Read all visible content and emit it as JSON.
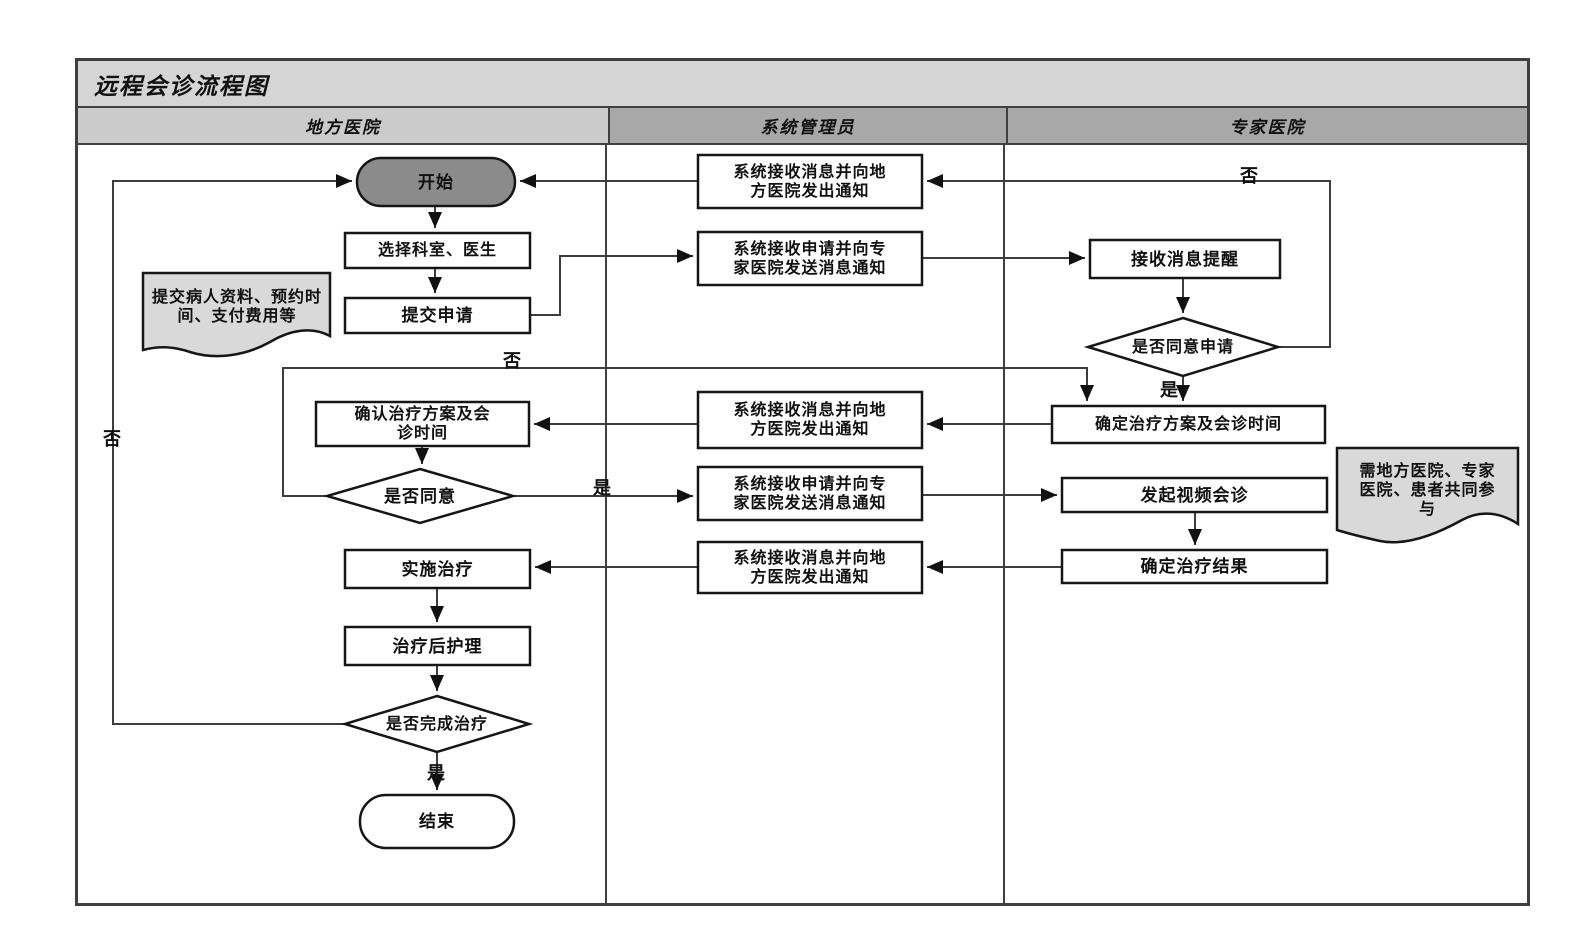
{
  "diagram": {
    "title": "远程会诊流程图",
    "lanes": [
      {
        "id": "local-hospital",
        "label": "地方医院"
      },
      {
        "id": "system-admin",
        "label": "系统管理员"
      },
      {
        "id": "expert-hospital",
        "label": "专家医院"
      }
    ],
    "nodes": {
      "start": {
        "type": "terminator",
        "lane": "地方医院",
        "label": "开始"
      },
      "select_dept": {
        "type": "process",
        "lane": "地方医院",
        "label": "选择科室、医生"
      },
      "submit_request": {
        "type": "process",
        "lane": "地方医院",
        "label": "提交申请"
      },
      "patient_note": {
        "type": "note",
        "lane": "地方医院",
        "label": "提交病人资料、预约时间、支付费用等"
      },
      "confirm_plan": {
        "type": "process",
        "lane": "地方医院",
        "label": "确认治疗方案及会诊时间"
      },
      "agree_plan": {
        "type": "decision",
        "lane": "地方医院",
        "label": "是否同意"
      },
      "implement_treatment": {
        "type": "process",
        "lane": "地方医院",
        "label": "实施治疗"
      },
      "post_care": {
        "type": "process",
        "lane": "地方医院",
        "label": "治疗后护理"
      },
      "treatment_done": {
        "type": "decision",
        "lane": "地方医院",
        "label": "是否完成治疗"
      },
      "end": {
        "type": "terminator",
        "lane": "地方医院",
        "label": "结束"
      },
      "sys_notify_local_1": {
        "type": "process",
        "lane": "系统管理员",
        "label": "系统接收消息并向地方医院发出通知"
      },
      "sys_forward_expert_1": {
        "type": "process",
        "lane": "系统管理员",
        "label": "系统接收申请并向专家医院发送消息通知"
      },
      "sys_notify_local_2": {
        "type": "process",
        "lane": "系统管理员",
        "label": "系统接收消息并向地方医院发出通知"
      },
      "sys_forward_expert_2": {
        "type": "process",
        "lane": "系统管理员",
        "label": "系统接收申请并向专家医院发送消息通知"
      },
      "sys_notify_local_3": {
        "type": "process",
        "lane": "系统管理员",
        "label": "系统接收消息并向地方医院发出通知"
      },
      "receive_alert": {
        "type": "process",
        "lane": "专家医院",
        "label": "接收消息提醒"
      },
      "agree_request": {
        "type": "decision",
        "lane": "专家医院",
        "label": "是否同意申请"
      },
      "decide_plan": {
        "type": "process",
        "lane": "专家医院",
        "label": "确定治疗方案及会诊时间"
      },
      "start_video": {
        "type": "process",
        "lane": "专家医院",
        "label": "发起视频会诊"
      },
      "decide_result": {
        "type": "process",
        "lane": "专家医院",
        "label": "确定治疗结果"
      },
      "participants_note": {
        "type": "note",
        "lane": "专家医院",
        "label": "需地方医院、专家医院、患者共同参与"
      }
    },
    "edge_labels": {
      "no_restart": "否",
      "no_replan": "否",
      "yes_forward": "是",
      "no_reject": "否",
      "yes_accept": "是",
      "yes_end": "是"
    }
  },
  "colors": {
    "band": "#d5d5d5",
    "header_light": "#cbcbcb",
    "header_dark": "#a8a8a8",
    "start_fill": "#8b8b8b",
    "note_fill": "#d9d9d9",
    "line": "#3d3d3d",
    "border": "#161616",
    "frame": "#3f3f3f",
    "text": "#111111"
  }
}
